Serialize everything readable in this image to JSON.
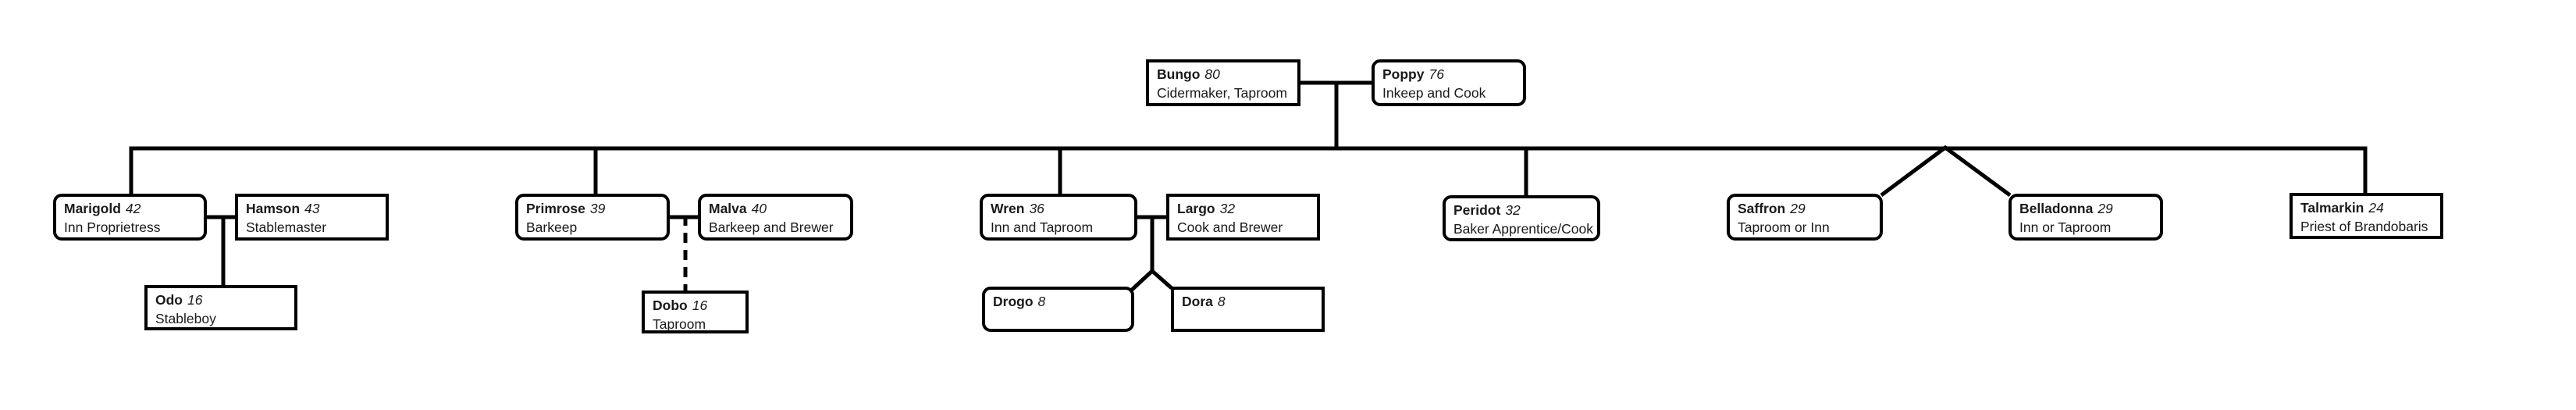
{
  "diagram": {
    "type": "family-tree",
    "background_color": "#ffffff",
    "line_color": "#000000",
    "box_border_color": "#000000",
    "text_color": "#1a1a1a"
  },
  "people": {
    "bungo": {
      "name": "Bungo",
      "age": "80",
      "role": "Cidermaker, Taproom"
    },
    "poppy": {
      "name": "Poppy",
      "age": "76",
      "role": "Inkeep and Cook"
    },
    "marigold": {
      "name": "Marigold",
      "age": "42",
      "role": "Inn Proprietress"
    },
    "hamson": {
      "name": "Hamson",
      "age": "43",
      "role": "Stablemaster"
    },
    "primrose": {
      "name": "Primrose",
      "age": "39",
      "role": "Barkeep"
    },
    "malva": {
      "name": "Malva",
      "age": "40",
      "role": "Barkeep and Brewer"
    },
    "wren": {
      "name": "Wren",
      "age": "36",
      "role": "Inn and Taproom"
    },
    "largo": {
      "name": "Largo",
      "age": "32",
      "role": "Cook and Brewer"
    },
    "peridot": {
      "name": "Peridot",
      "age": "32",
      "role": "Baker Apprentice/Cook"
    },
    "saffron": {
      "name": "Saffron",
      "age": "29",
      "role": "Taproom or Inn"
    },
    "belladonna": {
      "name": "Belladonna",
      "age": "29",
      "role": "Inn or Taproom"
    },
    "talmarkin": {
      "name": "Talmarkin",
      "age": "24",
      "role": "Priest of Brandobaris"
    },
    "odo": {
      "name": "Odo",
      "age": "16",
      "role": "Stableboy"
    },
    "dobo": {
      "name": "Dobo",
      "age": "16",
      "role": "Taproom"
    },
    "drogo": {
      "name": "Drogo",
      "age": "8",
      "role": ""
    },
    "dora": {
      "name": "Dora",
      "age": "8",
      "role": ""
    }
  }
}
